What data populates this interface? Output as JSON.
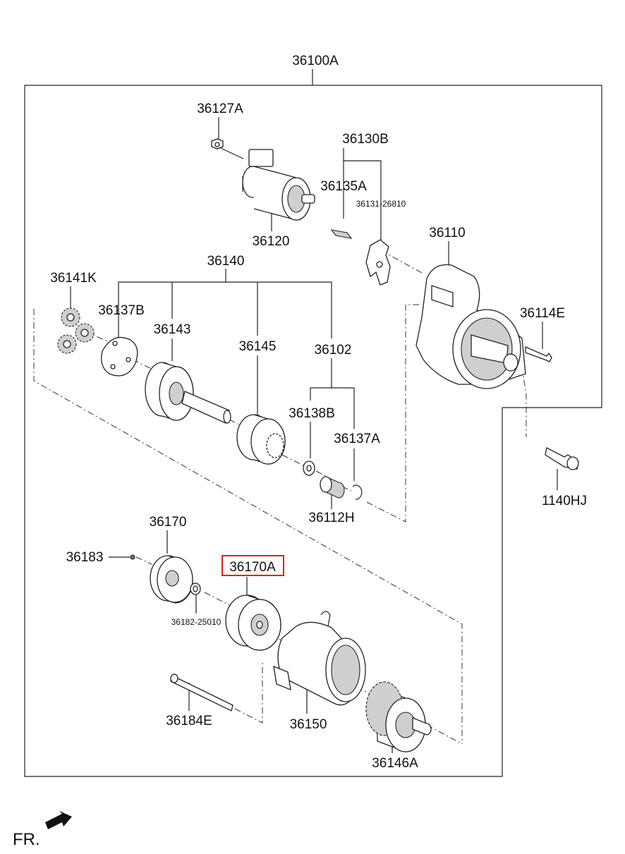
{
  "labels": {
    "assembly": "36100A",
    "bolt_36127A": "36127A",
    "solenoid": "36120",
    "lever_set": "36130B",
    "lever_sub": "36135A",
    "lever_part_no": "36131-26810",
    "housing": "36110",
    "through_bolt_front": "36114E",
    "mount_bolt": "1140HJ",
    "gear_set": "36140",
    "planet_gear": "36141K",
    "plate": "36137B",
    "shaft": "36143",
    "clutch": "36145",
    "pinion_kit": "36102",
    "stop_ring": "36138B",
    "snap_ring": "36137A",
    "bushing": "36112H",
    "brush_holder": "36170",
    "screw": "36183",
    "highlighted_part": "36170A",
    "washer_part_no": "36182-25010",
    "through_bolt": "36184E",
    "yoke": "36150",
    "armature": "36146A",
    "front_indicator": "FR."
  },
  "highlight": {
    "part": "36170A",
    "color": "#e02020"
  }
}
